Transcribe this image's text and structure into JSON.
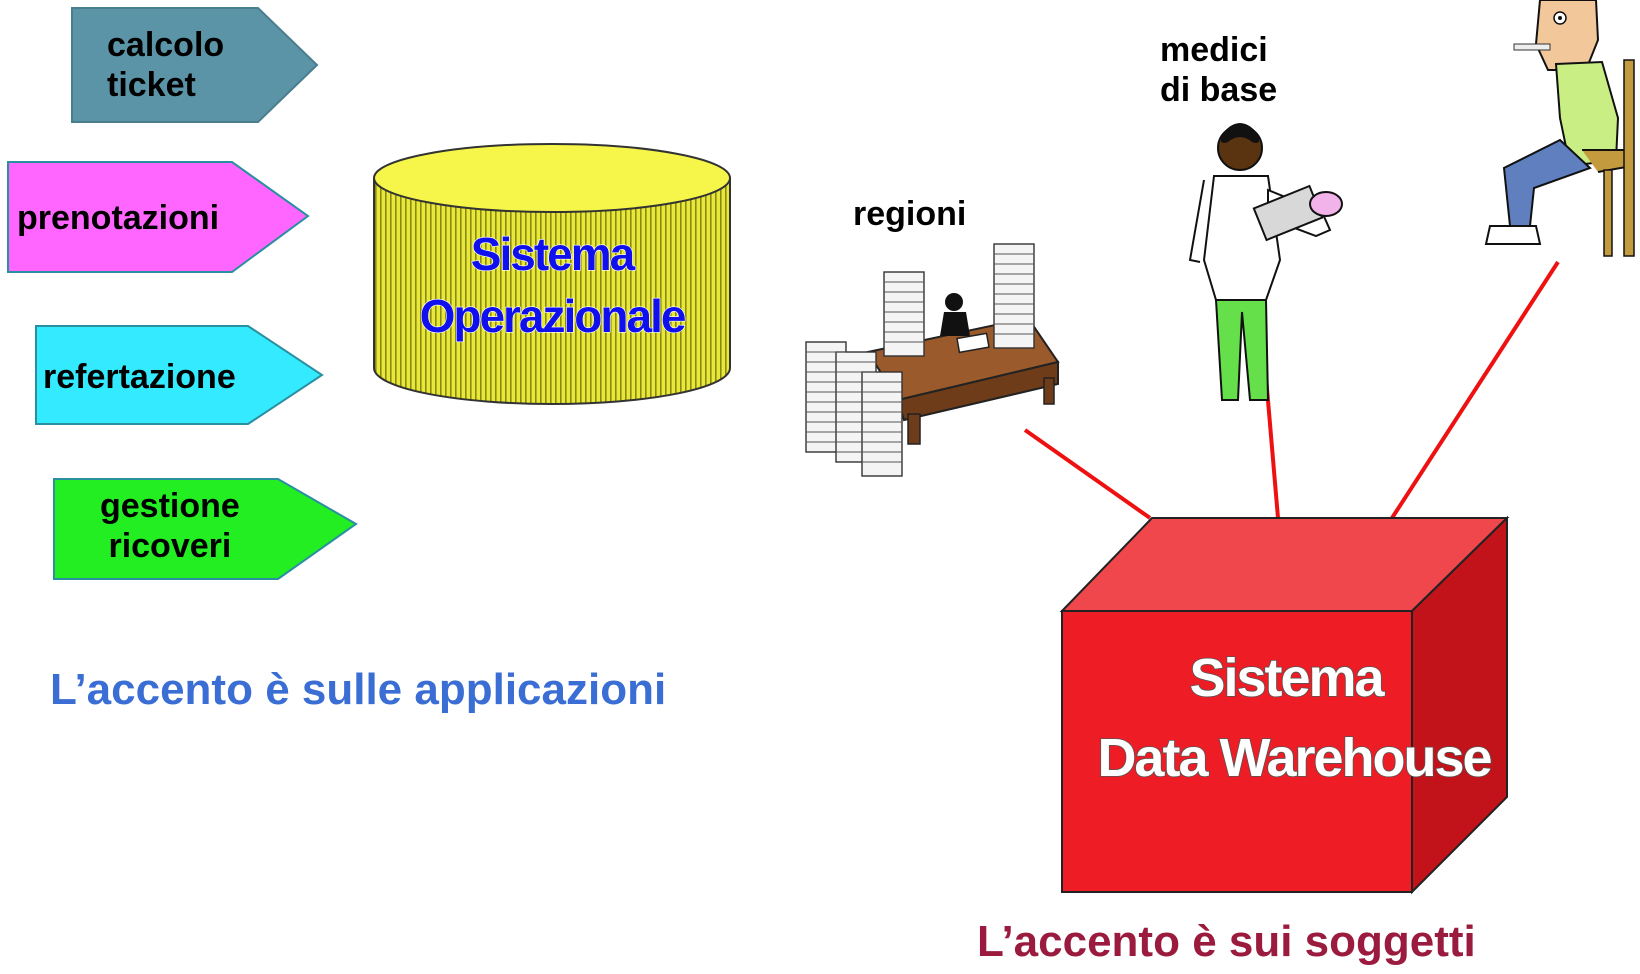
{
  "applications": [
    {
      "lines": [
        "calcolo",
        "ticket"
      ],
      "color": "#5b93a7"
    },
    {
      "lines": [
        "prenotazioni"
      ],
      "color": "#ff66ff"
    },
    {
      "lines": [
        "refertazione"
      ],
      "color": "#33eaff"
    },
    {
      "lines": [
        "gestione",
        "ricoveri"
      ],
      "color": "#22ee22"
    }
  ],
  "operational_system": {
    "line1": "Sistema",
    "line2": "Operazionale",
    "color": "#eaea3f"
  },
  "actors": {
    "regions": "regioni",
    "doctors_line1": "medici",
    "doctors_line2": "di base"
  },
  "warehouse": {
    "line1": "Sistema",
    "line2": "Data Warehouse",
    "color": "#ee1c24"
  },
  "captions": {
    "applications_focus": "L’accento è sulle applicazioni",
    "applications_focus_color": "#3a6ed4",
    "subjects_focus": "L’accento è sui soggetti",
    "subjects_focus_color": "#9b1b3e"
  },
  "connector_color": "#ee1111"
}
